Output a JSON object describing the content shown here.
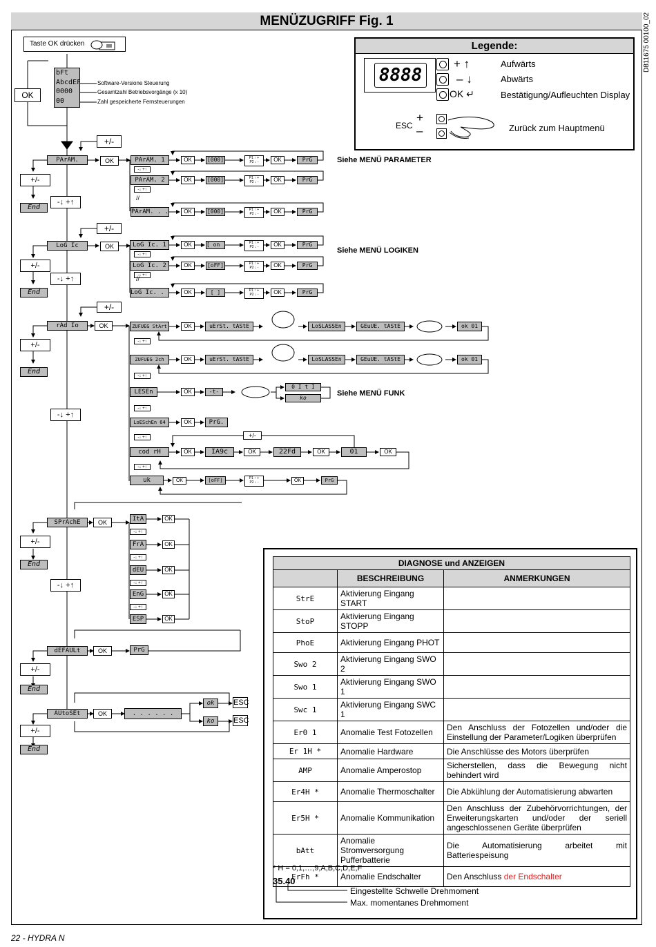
{
  "page": {
    "title": "MENÜZUGRIFF Fig. 1",
    "doc_id": "D811675 00100_02",
    "footer": "22 - HYDRA N"
  },
  "start": {
    "press_ok": "Taste OK drücken",
    "ok": "OK",
    "display_lines": [
      "bFt",
      "AbcdEF",
      "0000",
      "00"
    ],
    "display_notes": [
      "Software-Versione Steuerung",
      "Gesamtzahl Betriebsvorgänge (x 10)",
      "Zahl gespeicherte Fernsteuerungen"
    ]
  },
  "common": {
    "ok": "OK",
    "plus_minus": "+/-",
    "end": "End",
    "down_up": "-↓ +↑",
    "small_down_up": "-↓ +↑",
    "prg": "PrG",
    "p12": "P1 ↑ +\nP2 ↓ -",
    "esc": "ESC"
  },
  "parameters": {
    "menu": "PArAM.",
    "rows": [
      "PArAM. 1",
      "PArAM. 2",
      "PArAM. . . ."
    ],
    "value": "[000]",
    "note": "Siehe MENÜ PARAMETER"
  },
  "logic": {
    "menu": "LoG Ic",
    "rows": [
      "LoG Ic. 1",
      "LoG Ic. 2",
      "LoG Ic. . . ."
    ],
    "values": [
      "[ on ]",
      "[oFF]",
      "[     ]"
    ],
    "note": "Siehe MENÜ LOGIKEN"
  },
  "radio": {
    "menu": "rAd Io",
    "start": "ZUFUEG StArt",
    "second": "ZUFUEG 2ch",
    "first_key": "uErSt. tAStE",
    "release": "LoSLASSEn",
    "chosen_key": "GEuUE. tAStE",
    "ok01": "ok 01",
    "read": "LESEn",
    "read_sym": "-t-",
    "read_ok": "0 I t I",
    "read_ko": "ko",
    "note": "Siehe MENÜ FUNK",
    "delete": "LoESchEn 64",
    "delete_prg": "PrG.",
    "codrx": "cod rH",
    "codrx_vals": [
      "IA9c",
      "22Fd",
      "01"
    ],
    "uk": "uk",
    "uk_val": "[oFF]"
  },
  "language": {
    "menu": "SPrAchE",
    "items": [
      "ItA",
      "FrA",
      "dEU",
      "EnG",
      "ESP"
    ]
  },
  "default": {
    "menu": "dEFAULt",
    "prg": "PrG"
  },
  "autoset": {
    "menu": "AUtoSEt",
    "progress": ". . .   . . .",
    "ok": "ok",
    "ko": "ko"
  },
  "legend": {
    "title": "Legende:",
    "display": "8888",
    "up": "Aufwärts",
    "down": "Abwärts",
    "ok_label": "OK",
    "confirm": "Bestätigung/Aufleuchten Display",
    "esc_label": "ESC",
    "back": "Zurück zum Hauptmenü",
    "plus": "+",
    "minus": "–"
  },
  "diagnose": {
    "title": "DIAGNOSE und ANZEIGEN",
    "headers": [
      "BESCHREIBUNG",
      "ANMERKUNGEN"
    ],
    "rows": [
      {
        "code": "StrE",
        "desc": "Aktivierung Eingang START",
        "note": ""
      },
      {
        "code": "StoP",
        "desc": "Aktivierung Eingang STOPP",
        "note": ""
      },
      {
        "code": "PhoE",
        "desc": "Aktivierung Eingang PHOT",
        "note": ""
      },
      {
        "code": "Swo 2",
        "desc": "Aktivierung Eingang SWO 2",
        "note": ""
      },
      {
        "code": "Swo 1",
        "desc": "Aktivierung Eingang SWO 1",
        "note": ""
      },
      {
        "code": "Swc 1",
        "desc": "Aktivierung Eingang SWC 1",
        "note": ""
      },
      {
        "code": "Er0 1",
        "desc": "Anomalie Test Fotozellen",
        "note": "Den Anschluss der Fotozellen und/oder die Einstellung der Parameter/Logiken überprüfen"
      },
      {
        "code": "Er 1H *",
        "desc": "Anomalie Hardware",
        "note": "Die Anschlüsse des Motors überprüfen"
      },
      {
        "code": "AMP",
        "desc": "Anomalie Amperostop",
        "note": "Sicherstellen, dass die Bewegung nicht behindert wird"
      },
      {
        "code": "Er4H *",
        "desc": "Anomalie Thermoschalter",
        "note": "Die Abkühlung der Automatisierung abwarten"
      },
      {
        "code": "Er5H *",
        "desc": "Anomalie Kommunikation",
        "note": "Den Anschluss der Zubehörvorrichtungen, der Erweiterungskarten und/oder der seriell angeschlossenen Geräte überprüfen"
      },
      {
        "code": "bAtt",
        "desc": "Anomalie Stromversorgung Pufferbatterie",
        "note": "Die Automatisierung arbeitet mit Batteriespeisung"
      },
      {
        "code": "ErFh *",
        "desc": "Anomalie Endschalter",
        "note_a": "Den Anschluss ",
        "note_b": "der Endschalter"
      }
    ],
    "footnote": "* H = 0,1,…,9,A,B,C,D,E,F",
    "torque_value": "35.40",
    "torque_set": "Eingestellte Schwelle Drehmoment",
    "torque_max": "Max. momentanes Drehmoment"
  }
}
